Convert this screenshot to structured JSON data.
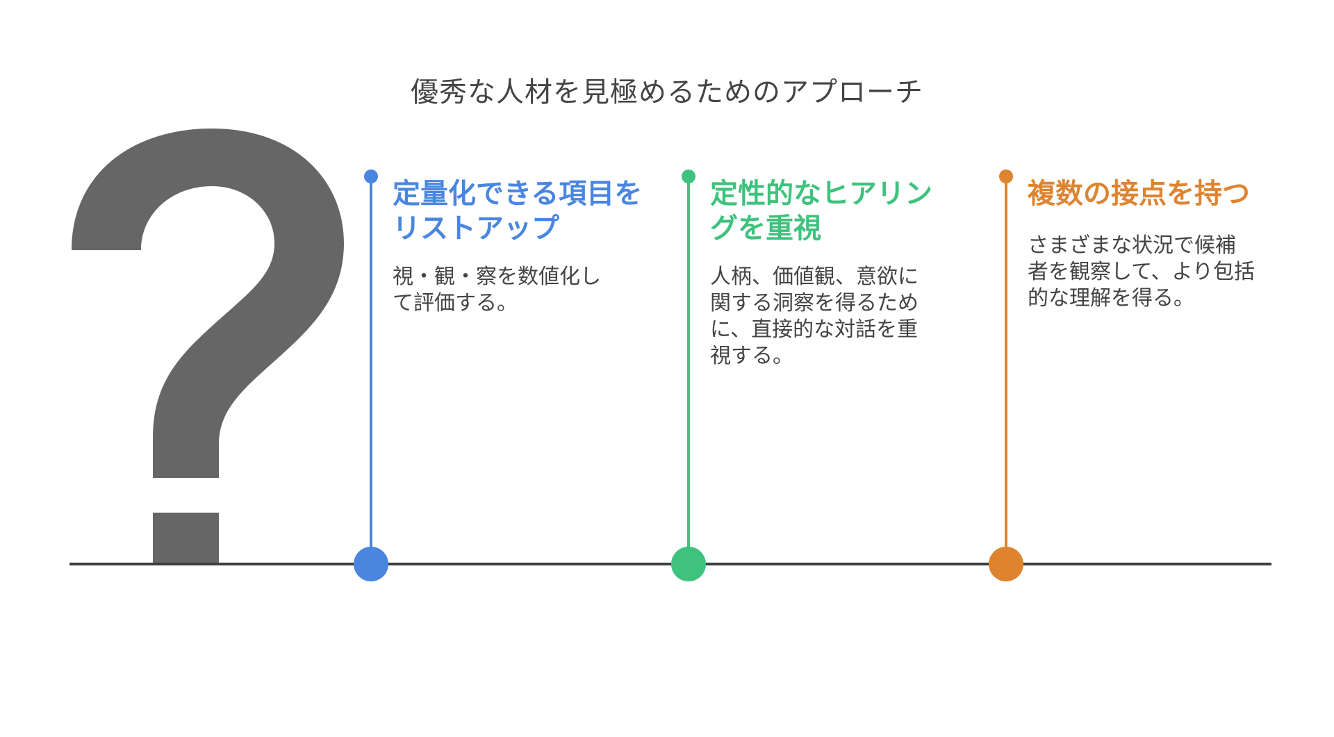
{
  "title": "優秀な人材を見極めるためのアプローチ",
  "colors": {
    "step1": "#4a86e0",
    "step2": "#3ec27e",
    "step3": "#de8431",
    "dark": "#666666",
    "line": "#3d3d3d"
  },
  "icon": "question-mark-icon",
  "steps": [
    {
      "heading_line1": "定量化できる項目を",
      "heading_line2": "リストアップ",
      "desc_line1": "視・観・察を数値化し",
      "desc_line2": "て評価する。",
      "desc_line3": "",
      "desc_line4": ""
    },
    {
      "heading_line1": "定性的なヒアリン",
      "heading_line2": "グを重視",
      "desc_line1": "人柄、価値観、意欲に",
      "desc_line2": "関する洞察を得るため",
      "desc_line3": "に、直接的な対話を重",
      "desc_line4": "視する。"
    },
    {
      "heading_line1": "複数の接点を持つ",
      "heading_line2": "",
      "desc_line1": "さまざまな状況で候補",
      "desc_line2": "者を観察して、より包括",
      "desc_line3": "的な理解を得る。",
      "desc_line4": ""
    }
  ]
}
